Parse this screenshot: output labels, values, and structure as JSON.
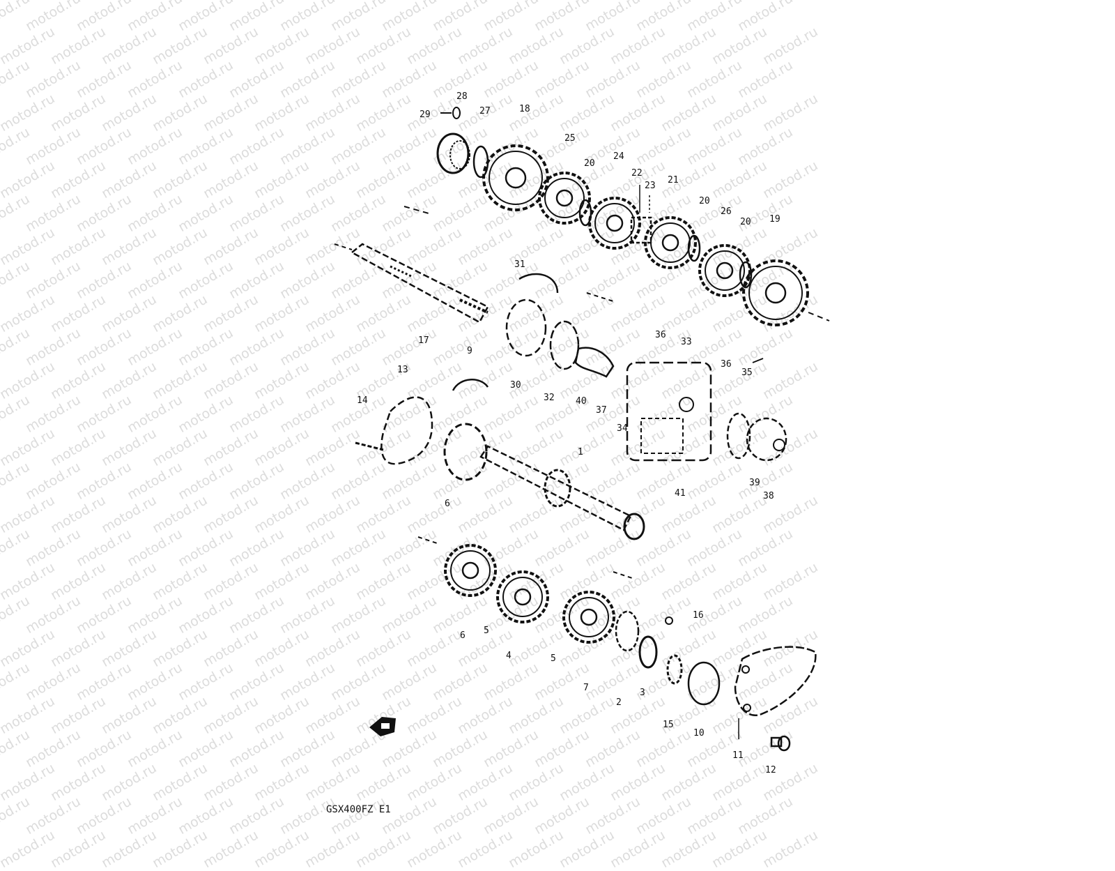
{
  "watermark": {
    "text": "motod.ru",
    "color": "#dcdcdc"
  },
  "diagram": {
    "model_label": "GSX400FZ E1",
    "callouts": {
      "n1": "1",
      "n2": "2",
      "n3": "3",
      "n4": "4",
      "n5a": "5",
      "n5b": "5",
      "n6a": "6",
      "n6b": "6",
      "n7": "7",
      "n9": "9",
      "n10": "10",
      "n11": "11",
      "n12": "12",
      "n13": "13",
      "n14": "14",
      "n15": "15",
      "n16": "16",
      "n17": "17",
      "n18": "18",
      "n19": "19",
      "n20a": "20",
      "n20b": "20",
      "n20c": "20",
      "n21": "21",
      "n22": "22",
      "n23": "23",
      "n24": "24",
      "n25": "25",
      "n26": "26",
      "n27": "27",
      "n28": "28",
      "n29": "29",
      "n30": "30",
      "n31": "31",
      "n32": "32",
      "n33": "33",
      "n34": "34",
      "n35": "35",
      "n36a": "36",
      "n36b": "36",
      "n37": "37",
      "n38": "38",
      "n39": "39",
      "n40": "40",
      "n41": "41"
    }
  }
}
